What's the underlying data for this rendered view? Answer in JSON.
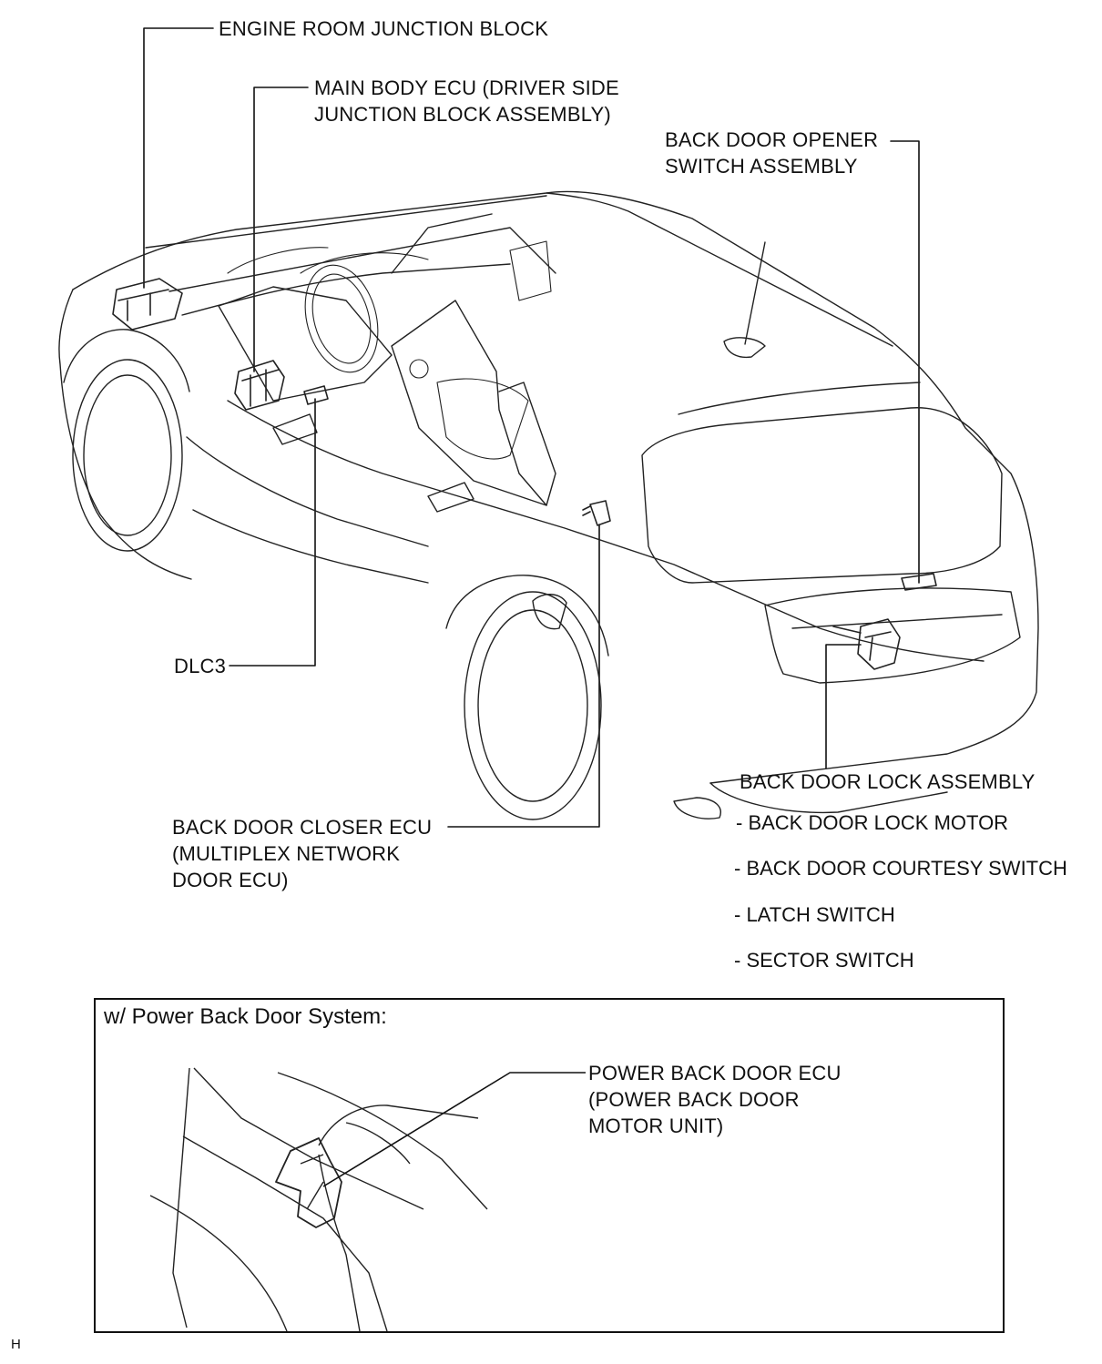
{
  "labels": {
    "engine_room_jb": [
      "ENGINE ROOM JUNCTION BLOCK"
    ],
    "main_body_ecu": [
      "MAIN BODY ECU (DRIVER SIDE",
      "JUNCTION BLOCK ASSEMBLY)"
    ],
    "back_door_opener": [
      "BACK DOOR OPENER",
      "SWITCH ASSEMBLY"
    ],
    "dlc3": [
      "DLC3"
    ],
    "back_door_closer_ecu": [
      "BACK DOOR CLOSER ECU",
      "(MULTIPLEX NETWORK",
      "DOOR ECU)"
    ],
    "back_door_lock_assembly": [
      "BACK DOOR LOCK ASSEMBLY"
    ]
  },
  "lock_components": [
    "- BACK DOOR LOCK MOTOR",
    "- BACK DOOR COURTESY SWITCH",
    "- LATCH SWITCH",
    "- SECTOR SWITCH"
  ],
  "inset": {
    "title": "w/ Power Back Door System:",
    "label": [
      "POWER BACK DOOR ECU",
      "(POWER BACK DOOR",
      "MOTOR UNIT)"
    ]
  },
  "figure_mark": "H"
}
